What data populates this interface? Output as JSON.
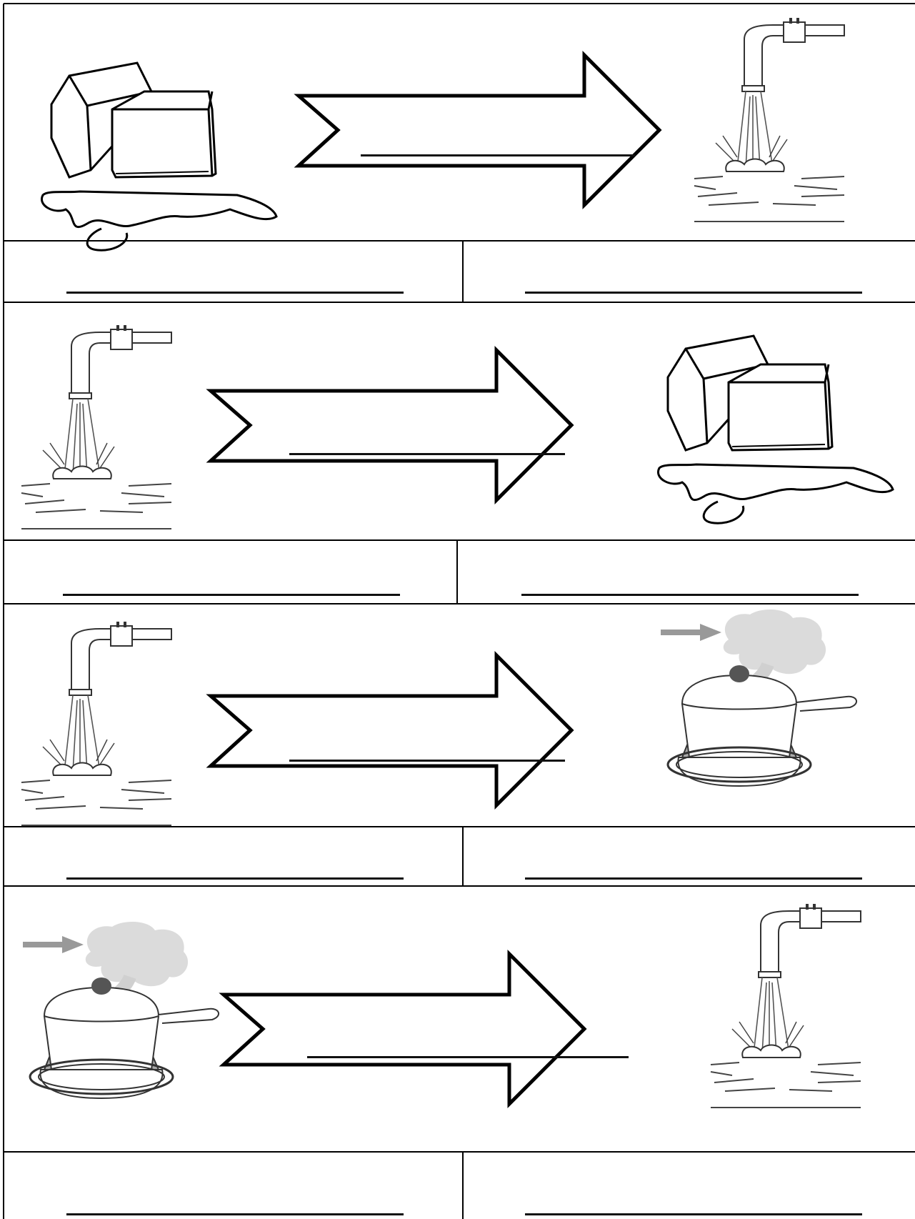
{
  "worksheet": {
    "rows": [
      {
        "from": "ice-cubes",
        "to": "water-tap",
        "blank_on_arrow": "",
        "answer_left": "",
        "answer_right": ""
      },
      {
        "from": "water-tap",
        "to": "ice-cubes",
        "blank_on_arrow": "",
        "answer_left": "",
        "answer_right": ""
      },
      {
        "from": "water-tap",
        "to": "steaming-pot",
        "blank_on_arrow": "",
        "answer_left": "",
        "answer_right": ""
      },
      {
        "from": "steaming-pot",
        "to": "water-tap",
        "blank_on_arrow": "",
        "answer_left": "",
        "answer_right": ""
      }
    ]
  },
  "icons": {
    "ice": "ice-cubes-icon",
    "water": "water-tap-icon",
    "steam": "steaming-pot-icon",
    "arrow": "right-arrow-icon"
  },
  "colors": {
    "ink": "#111111",
    "steam": "#d9d9d9",
    "flame": "#9a9a9a",
    "lid_knob": "#555555"
  }
}
